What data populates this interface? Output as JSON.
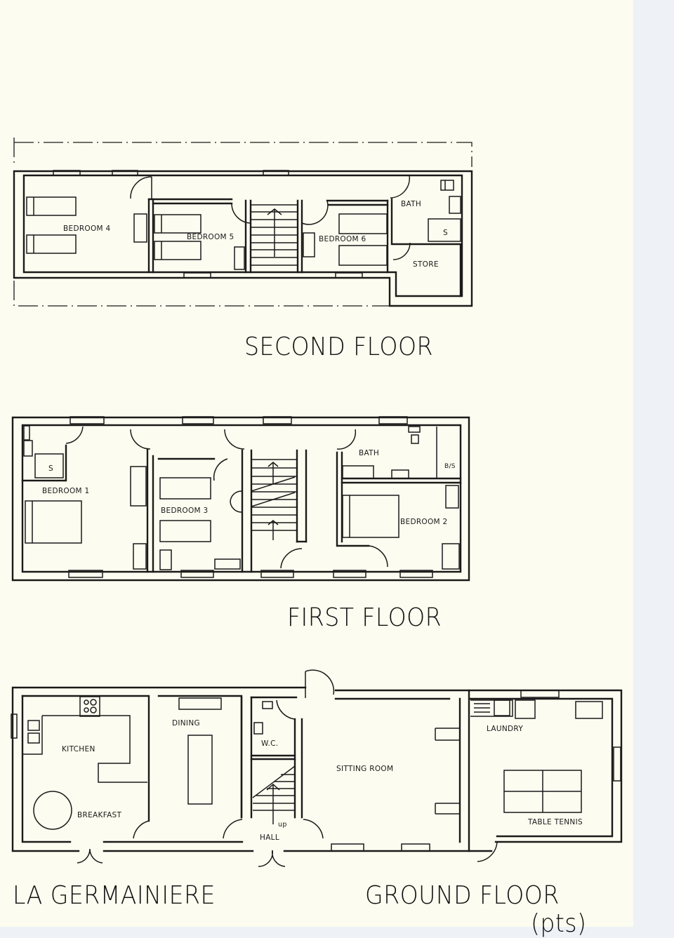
{
  "sheet": {
    "paper_color": "#fdfcf0",
    "ink_color": "#1a1a1a",
    "project_name": "LA GERMAINIERE"
  },
  "second_floor": {
    "title": "SECOND FLOOR",
    "rooms": {
      "bedroom4": "BEDROOM 4",
      "bedroom5": "BEDROOM 5",
      "bedroom6": "BEDROOM 6",
      "bath": "BATH",
      "shower": "S",
      "store": "STORE"
    }
  },
  "first_floor": {
    "title": "FIRST FLOOR",
    "rooms": {
      "bedroom1": "BEDROOM 1",
      "shower": "S",
      "bedroom3": "BEDROOM 3",
      "bath": "BATH",
      "boiler_store": "B/S",
      "bedroom2": "BEDROOM 2"
    }
  },
  "ground_floor": {
    "title": "GROUND FLOOR",
    "subtitle": "(pts)",
    "rooms": {
      "kitchen": "KITCHEN",
      "breakfast": "BREAKFAST",
      "dining": "DINING",
      "wc": "W.C.",
      "hall": "HALL",
      "stair_up": "up",
      "sitting_room": "SITTING ROOM",
      "laundry": "LAUNDRY",
      "table_tennis": "TABLE TENNIS"
    }
  }
}
